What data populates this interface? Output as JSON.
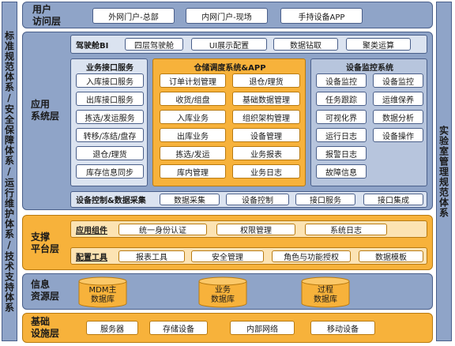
{
  "left_sidebar": "标准规范体系/安全保障体系/运行维护体系/技术支持体系",
  "right_sidebar": "实验室管理规范体系",
  "user_layer": {
    "label": "用户\n访问层",
    "items": [
      "外网门户-总部",
      "内网门户-现场",
      "手持设备APP"
    ]
  },
  "app_layer": {
    "label": "应用\n系统层",
    "top_row": {
      "title": "驾驶舱BI",
      "items": [
        "四层驾驶舱",
        "UI展示配置",
        "数据钻取",
        "聚类运算"
      ]
    },
    "business": {
      "title": "业务接口服务",
      "items": [
        "入库接口服务",
        "出库接口服务",
        "拣选/发运服务",
        "转移/冻结/盘存",
        "退仓/理货",
        "库存信息同步"
      ]
    },
    "warehouse": {
      "title": "仓储调度系统&APP",
      "items": [
        "订单计划管理",
        "退仓/理货",
        "收货/组盘",
        "基础数据管理",
        "入库业务",
        "组织架构管理",
        "出库业务",
        "设备管理",
        "拣选/发运",
        "业务报表",
        "库内管理",
        "业务日志"
      ]
    },
    "monitor": {
      "title": "设备监控系统",
      "items": [
        "设备监控",
        "设备监控",
        "任务跟踪",
        "运维保养",
        "可视化界",
        "数据分析",
        "运行日志",
        "设备操作",
        "报警日志",
        "故障信息"
      ]
    },
    "bottom_row": {
      "title": "设备控制&数据采集",
      "items": [
        "数据采集",
        "设备控制",
        "接口服务",
        "接口集成"
      ]
    }
  },
  "support_layer": {
    "label": "支撑\n平台层",
    "app_components": {
      "title": "应用组件",
      "items": [
        "统一身份认证",
        "权限管理",
        "系统日志"
      ]
    },
    "config_tools": {
      "title": "配置工具",
      "items": [
        "报表工具",
        "安全管理",
        "角色与功能授权",
        "数据模板"
      ]
    }
  },
  "info_layer": {
    "label": "信息\n资源层",
    "databases": [
      "MDM主\n数据库",
      "业务\n数据库",
      "过程\n数据库"
    ]
  },
  "infra_layer": {
    "label": "基础\n设施层",
    "items": [
      "服务器",
      "存储设备",
      "内部网络",
      "移动设备"
    ]
  },
  "colors": {
    "blue_fill": "#8fa4c8",
    "orange_fill": "#f7b23b",
    "db_fill": "#f7b23b"
  }
}
